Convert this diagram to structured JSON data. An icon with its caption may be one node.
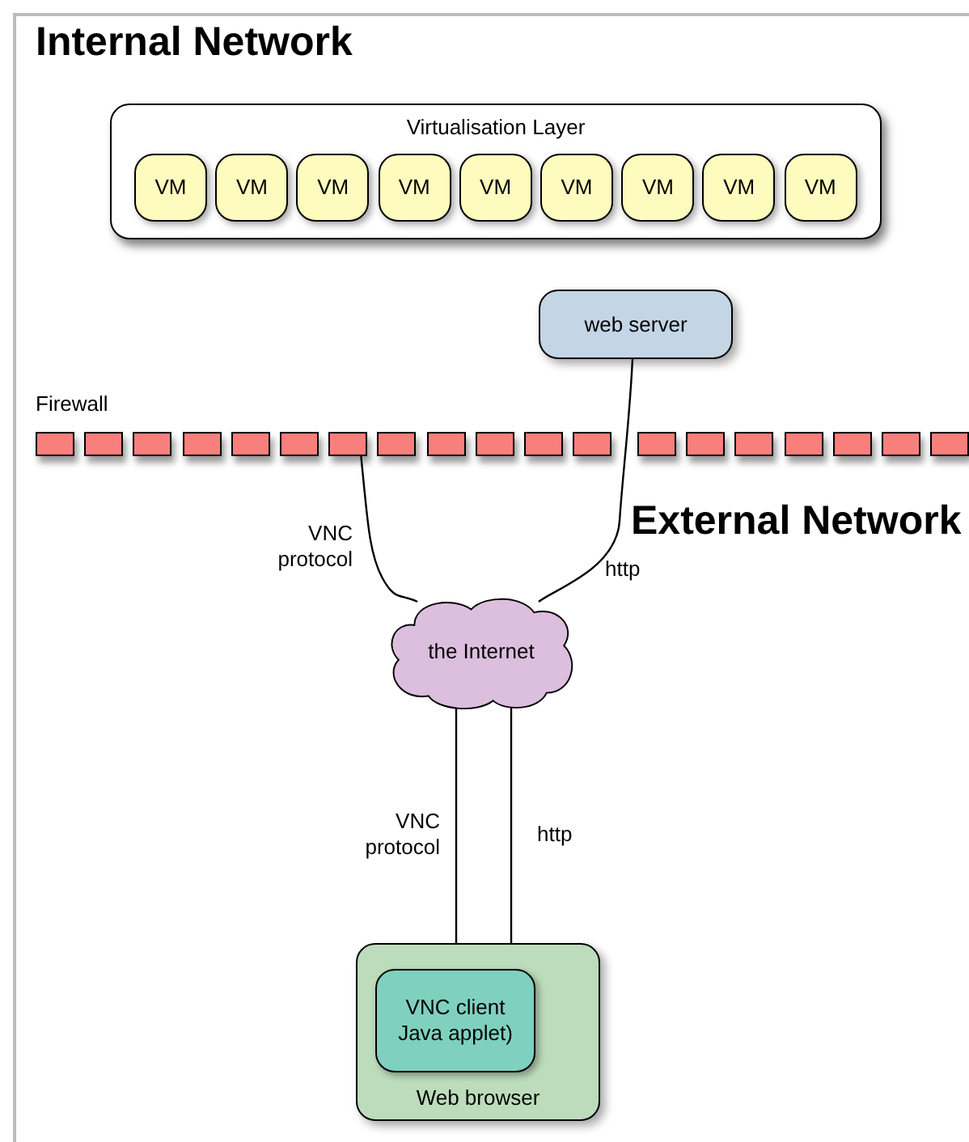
{
  "diagram": {
    "nodes": [
      {
        "text": [
          "Virtualisation Layer"
        ]
      },
      {
        "text": [
          "VM"
        ],
        "in": 0
      },
      {
        "text": [
          "VM"
        ],
        "in": 0
      },
      {
        "text": [
          "VM"
        ],
        "in": 0
      },
      {
        "text": [
          "VM"
        ],
        "in": 0
      },
      {
        "text": [
          "VM"
        ],
        "in": 0
      },
      {
        "text": [
          "VM"
        ],
        "in": 0
      },
      {
        "text": [
          "VM"
        ],
        "in": 0
      },
      {
        "text": [
          "VM"
        ],
        "in": 0
      },
      {
        "text": [
          "VM"
        ],
        "in": 0
      },
      {
        "text": [
          "web server"
        ]
      },
      {
        "text": [],
        "shape": "box"
      },
      {
        "text": [],
        "shape": "box"
      },
      {
        "text": [],
        "shape": "box"
      },
      {
        "text": [],
        "shape": "box"
      },
      {
        "text": [],
        "shape": "box"
      },
      {
        "text": [],
        "shape": "box"
      },
      {
        "text": [],
        "shape": "box"
      },
      {
        "text": [],
        "shape": "box"
      },
      {
        "text": [],
        "shape": "box"
      },
      {
        "text": [],
        "shape": "box"
      },
      {
        "text": [],
        "shape": "box"
      },
      {
        "text": [],
        "shape": "box"
      },
      {
        "text": [],
        "shape": "box"
      },
      {
        "text": [],
        "shape": "box"
      },
      {
        "text": [],
        "shape": "box"
      },
      {
        "text": [],
        "shape": "box"
      },
      {
        "text": [],
        "shape": "box"
      },
      {
        "text": [],
        "shape": "box"
      },
      {
        "text": [],
        "shape": "box"
      },
      {
        "text": [
          "the Internet"
        ]
      },
      {
        "text": [
          "Web browser"
        ]
      },
      {
        "text": [
          "VNC client Java applet)"
        ],
        "in": 31
      }
    ],
    "edges": [
      {
        "from": 17,
        "to": 30,
        "arrow": "none",
        "label": "VNC protocol"
      },
      {
        "from": 10,
        "to": 30,
        "arrow": "none",
        "label": "http"
      },
      {
        "from": 30,
        "to": 32,
        "arrow": "none",
        "label": "VNC protocol"
      },
      {
        "from": 30,
        "to": 31,
        "arrow": "none",
        "label": "http"
      }
    ],
    "labels": [
      "Internal Network",
      "Firewall",
      "External Network"
    ]
  }
}
